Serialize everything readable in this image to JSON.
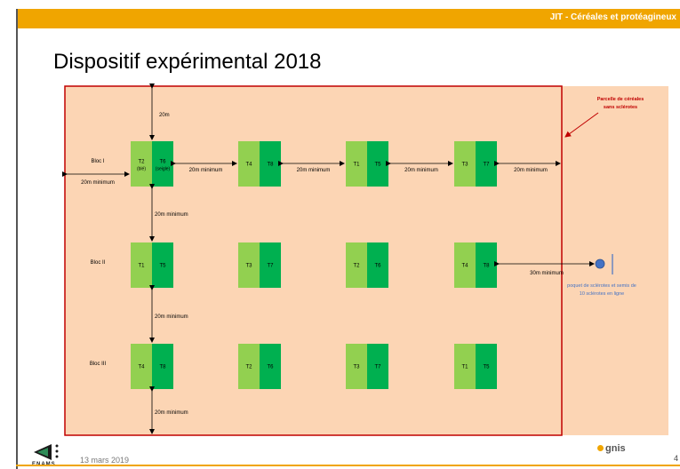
{
  "header": {
    "label": "JIT - Céréales et protéagineux"
  },
  "title": "Dispositif expérimental 2018",
  "footer": {
    "date": "13 mars 2019",
    "page": "4",
    "logo_left": "ENAMS",
    "logo_right": "gnis"
  },
  "diagram": {
    "outside_label": "Parcelle de céréales sans sclérotes",
    "poquet_label_line1": "poquet de sclérotes et semis de",
    "poquet_label_line2": "10 sclérotes en ligne",
    "blocks": [
      {
        "name": "Bloc I",
        "plots": [
          {
            "left": "T2",
            "left_sub": "(blé)",
            "right": "T6",
            "right_sub": "(seigle)"
          },
          {
            "left": "T4",
            "right": "T8"
          },
          {
            "left": "T1",
            "right": "T5"
          },
          {
            "left": "T3",
            "right": "T7"
          }
        ]
      },
      {
        "name": "Bloc II",
        "plots": [
          {
            "left": "T1",
            "right": "T5"
          },
          {
            "left": "T3",
            "right": "T7"
          },
          {
            "left": "T2",
            "right": "T6"
          },
          {
            "left": "T4",
            "right": "T8"
          }
        ]
      },
      {
        "name": "Bloc III",
        "plots": [
          {
            "left": "T4",
            "right": "T8"
          },
          {
            "left": "T2",
            "right": "T6"
          },
          {
            "left": "T3",
            "right": "T7"
          },
          {
            "left": "T1",
            "right": "T5"
          }
        ]
      }
    ],
    "distances": {
      "top": "20m",
      "left": "20m minimum",
      "between_plots": [
        "20m minimum",
        "20m minimum",
        "20m minimum"
      ],
      "right": "20m minimum",
      "between_blocks": [
        "20m minimum",
        "20m minimum"
      ],
      "bottom": "20m minimum",
      "poquet": "30m minimum"
    },
    "colors": {
      "field": "#fcd5b4",
      "border": "#c00000",
      "light_green": "#92d050",
      "dark_green": "#00b050",
      "poquet": "#4472c4",
      "red_text": "#c00000"
    }
  }
}
